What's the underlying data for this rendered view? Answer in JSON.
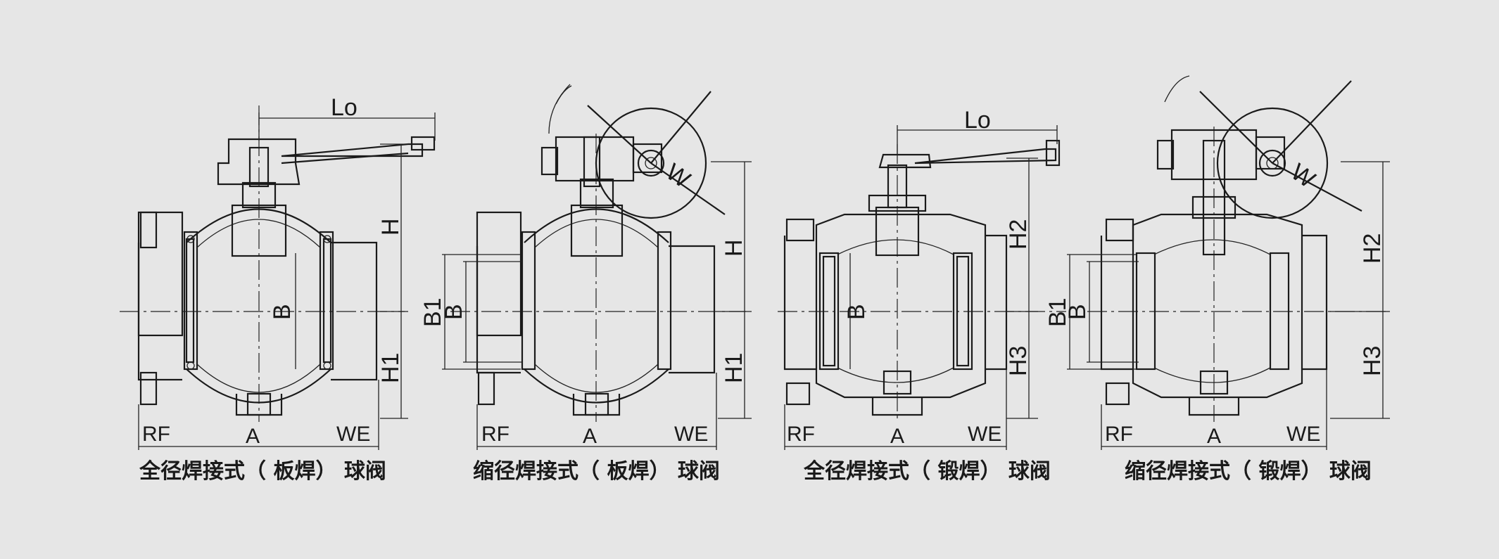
{
  "figures": [
    {
      "caption": "全径焊接式（ 板焊） 球阀",
      "labels": {
        "lo": "Lo",
        "h": "H",
        "h1": "H1",
        "b": "B",
        "rf": "RF",
        "a": "A",
        "we": "WE"
      },
      "operator": "lever"
    },
    {
      "caption": "缩径焊接式（ 板焊） 球阀",
      "labels": {
        "w": "W",
        "h": "H",
        "h1": "H1",
        "b1": "B1",
        "b": "B",
        "rf": "RF",
        "a": "A",
        "we": "WE"
      },
      "operator": "gear-handwheel"
    },
    {
      "caption": "全径焊接式（ 锻焊） 球阀",
      "labels": {
        "lo": "Lo",
        "h2": "H2",
        "h3": "H3",
        "b": "B",
        "rf": "RF",
        "a": "A",
        "we": "WE"
      },
      "operator": "lever"
    },
    {
      "caption": "缩径焊接式（ 锻焊） 球阀",
      "labels": {
        "w": "W",
        "h2": "H2",
        "h3": "H3",
        "b1": "B1",
        "b": "B",
        "rf": "RF",
        "a": "A",
        "we": "WE"
      },
      "operator": "gear-handwheel"
    }
  ]
}
